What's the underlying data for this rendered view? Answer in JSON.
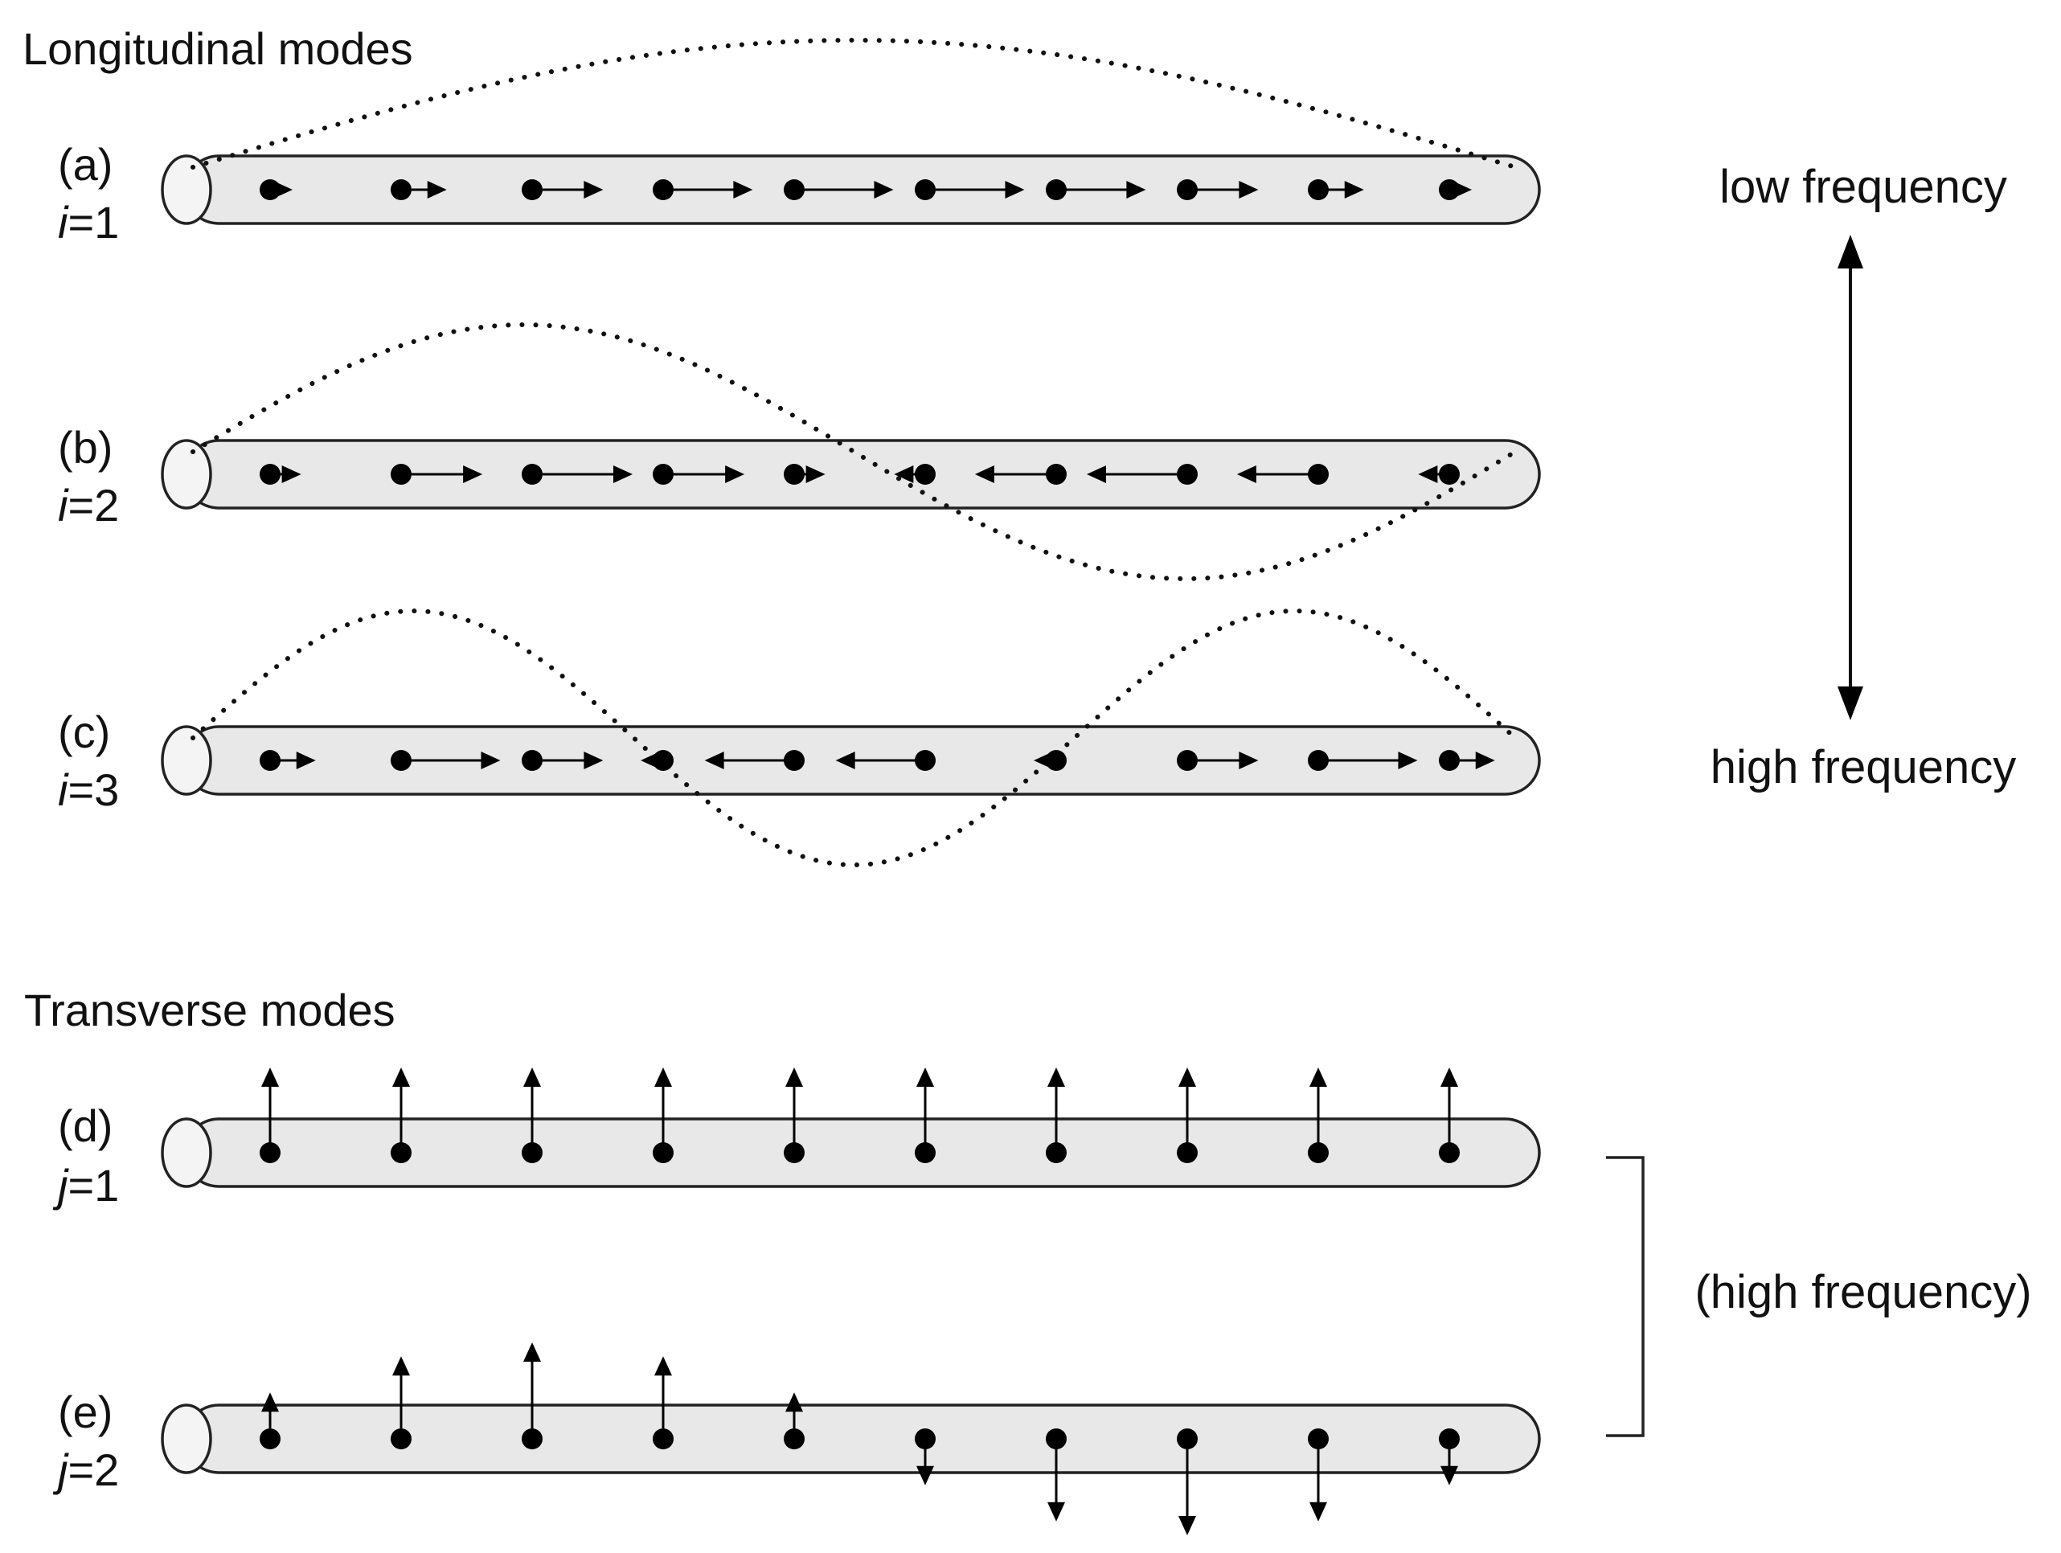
{
  "sections": {
    "longitudinal_title": "Longitudinal modes",
    "transverse_title": "Transverse modes"
  },
  "panels": [
    {
      "id": "a",
      "letter": "(a)",
      "sym": "i",
      "eq": "=1",
      "kind": "longitudinal",
      "mode": 1
    },
    {
      "id": "b",
      "letter": "(b)",
      "sym": "i",
      "eq": "=2",
      "kind": "longitudinal",
      "mode": 2
    },
    {
      "id": "c",
      "letter": "(c)",
      "sym": "i",
      "eq": "=3",
      "kind": "longitudinal",
      "mode": 3
    },
    {
      "id": "d",
      "letter": "(d)",
      "sym": "j",
      "eq": "=1",
      "kind": "transverse",
      "mode": 1
    },
    {
      "id": "e",
      "letter": "(e)",
      "sym": "j",
      "eq": "=2",
      "kind": "transverse",
      "mode": 2
    }
  ],
  "atoms_per_rod": 10,
  "frequency_scale": {
    "top_label": "low frequency",
    "bottom_label": "high frequency"
  },
  "transverse_note": "(high frequency)",
  "colors": {
    "rod_fill": "#e8e8e8",
    "ink": "#111111"
  }
}
